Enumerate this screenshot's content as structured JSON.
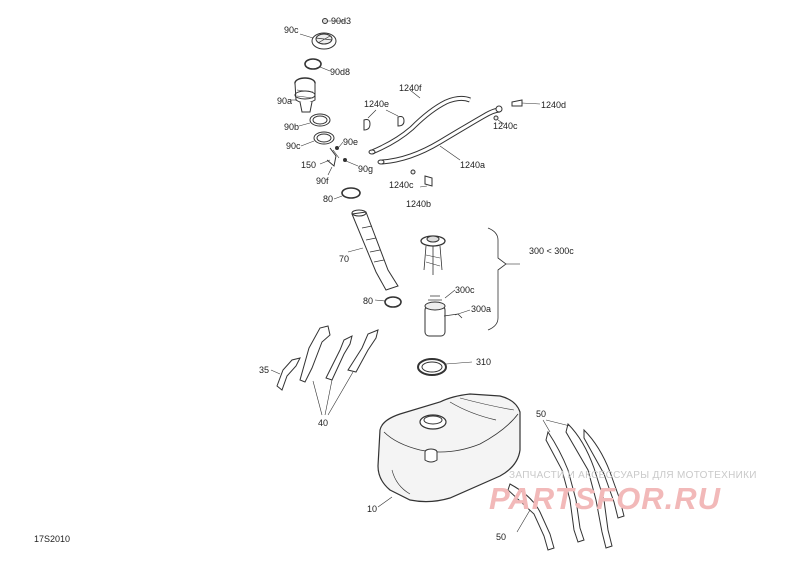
{
  "diagram_code": "17S2010",
  "callouts": {
    "c90d3": "90d3",
    "c90c_top": "90c",
    "c90d8": "90d8",
    "c90a": "90a",
    "c90b": "90b",
    "c90c_mid": "90c",
    "c90e": "90e",
    "c150": "150",
    "c90f": "90f",
    "c90g": "90g",
    "c80_top": "80",
    "c1240f": "1240f",
    "c1240e": "1240e",
    "c1240d": "1240d",
    "c1240c_right": "1240c",
    "c1240a": "1240a",
    "c1240c_low": "1240c",
    "c1240b": "1240b",
    "c70": "70",
    "c300": "300 < 300c",
    "c300c": "300c",
    "c300a": "300a",
    "c80_low": "80",
    "c310": "310",
    "c35": "35",
    "c40": "40",
    "c50_right": "50",
    "c10": "10",
    "c50_low": "50"
  },
  "watermark": {
    "tagline": "ЗАПЧАСТИ И АКСЕССУАРЫ ДЛЯ МОТОТЕХНИКИ",
    "brand_left": "PARTS",
    "brand_right": "FOR",
    "brand_tld": ".RU"
  }
}
